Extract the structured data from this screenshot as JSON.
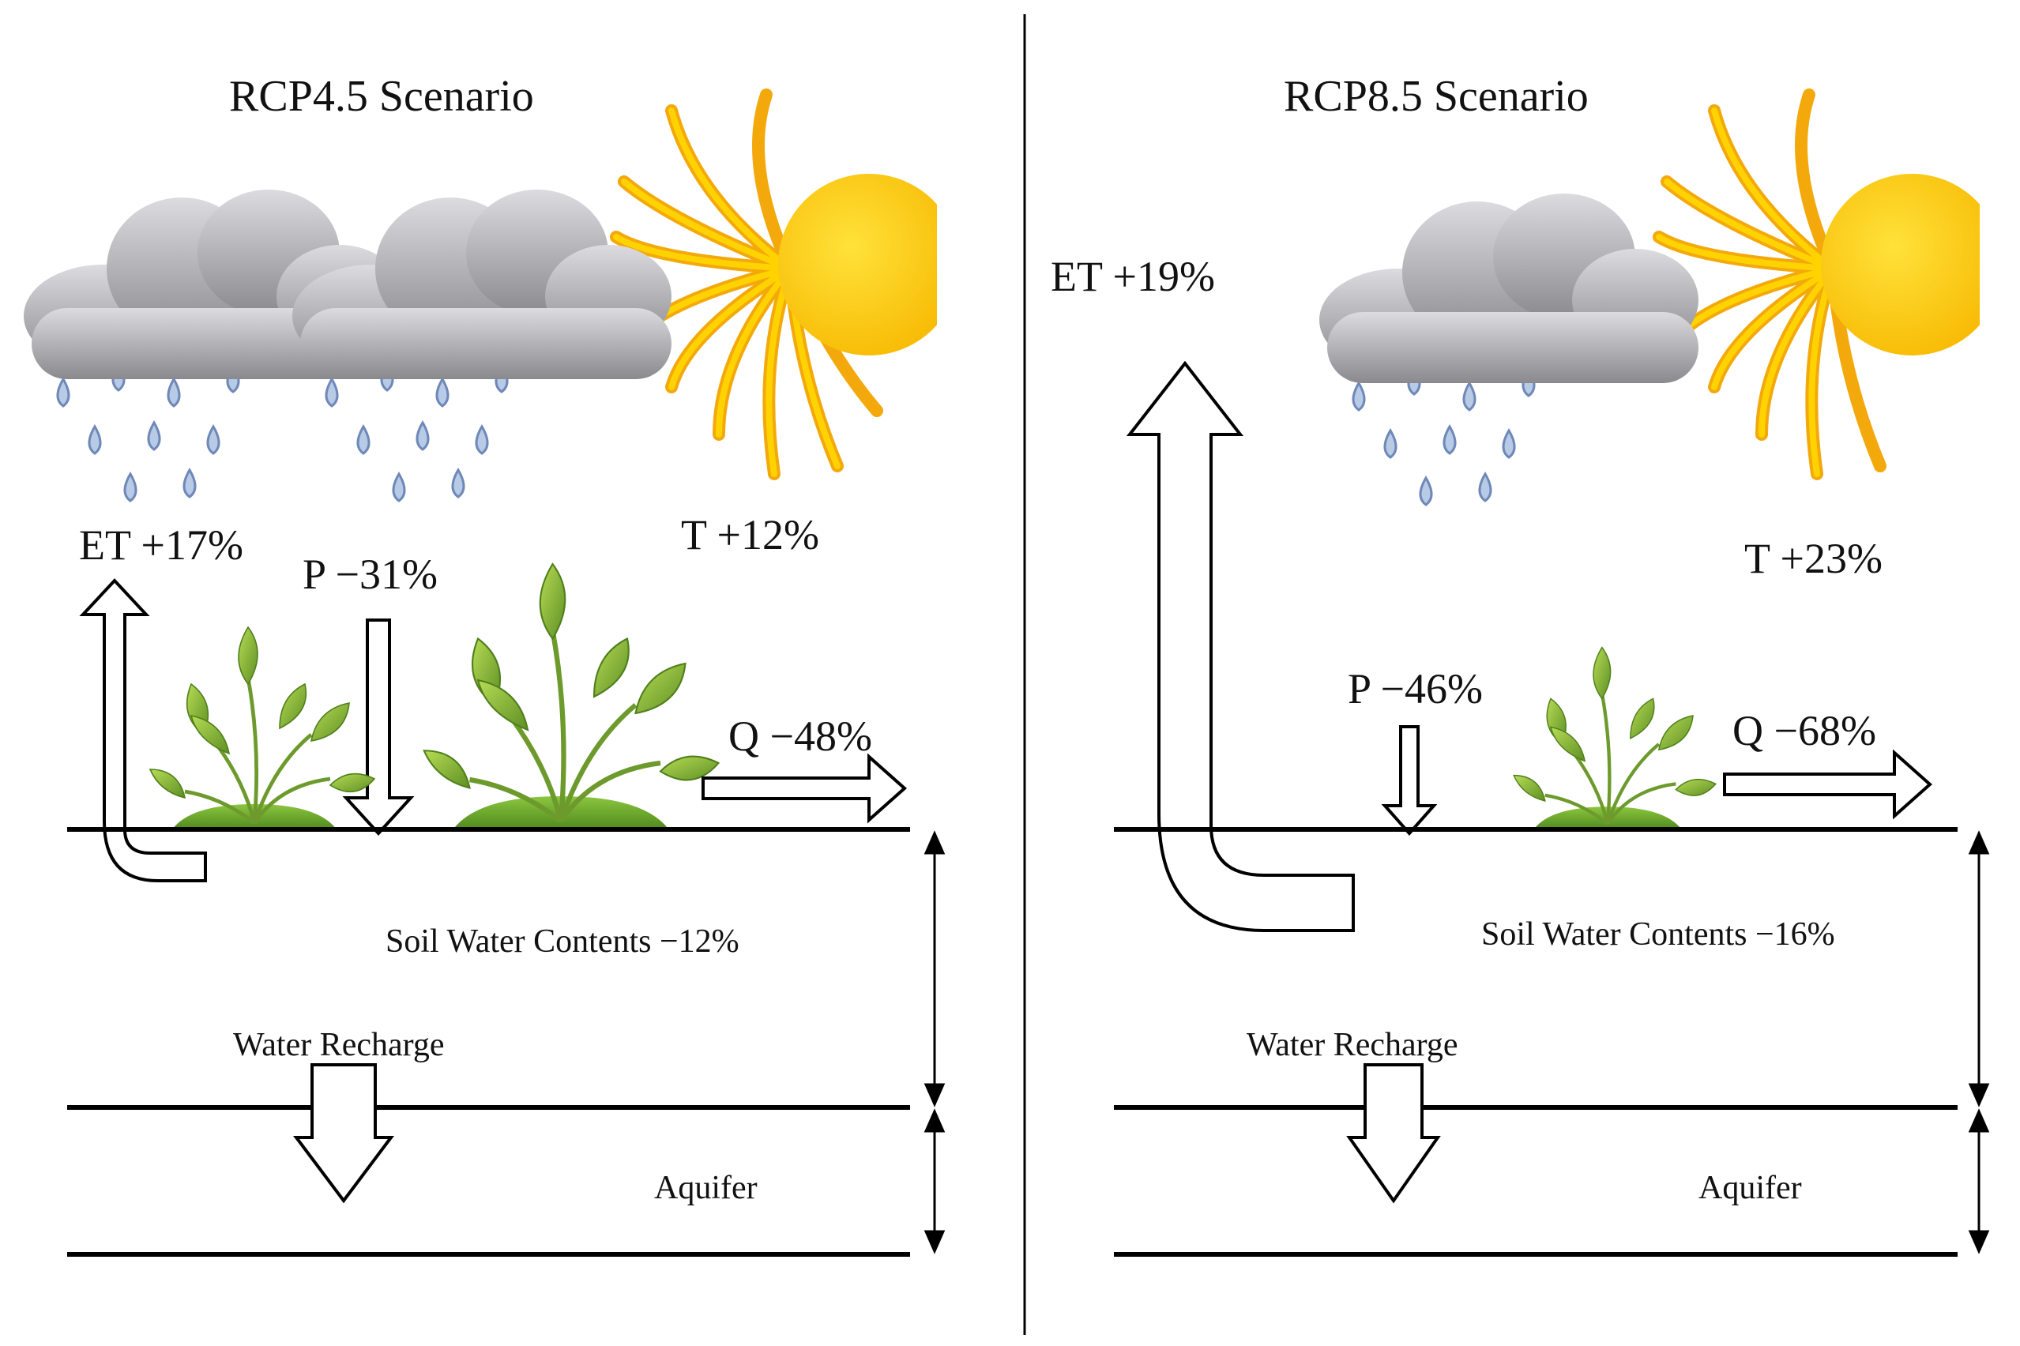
{
  "colors": {
    "line": "#000000",
    "cloud_light": "#d8d8dc",
    "cloud_dark": "#8a8a8e",
    "drop_fill": "#b7cbe6",
    "drop_stroke": "#6f88b8",
    "sun_core": "#ffd200",
    "sun_ray": "#ffc400",
    "sun_ray_edge": "#f3a500",
    "leaf_dark": "#5e8f24",
    "leaf_light": "#9bcf3a",
    "ground": "#67a32c"
  },
  "icons": [
    "rain-cloud-icon",
    "sun-icon",
    "plant-icon"
  ],
  "panels": [
    {
      "title": "RCP4.5 Scenario",
      "et": "ET +17%",
      "p": "P −31%",
      "t": "T +12%",
      "q": "Q −48%",
      "soil": "Soil Water Contents −12%",
      "recharge": "Water Recharge",
      "aquifer": "Aquifer"
    },
    {
      "title": "RCP8.5 Scenario",
      "et": "ET +19%",
      "p": "P −46%",
      "t": "T +23%",
      "q": "Q −68%",
      "soil": "Soil Water Contents −16%",
      "recharge": "Water Recharge",
      "aquifer": "Aquifer"
    }
  ]
}
